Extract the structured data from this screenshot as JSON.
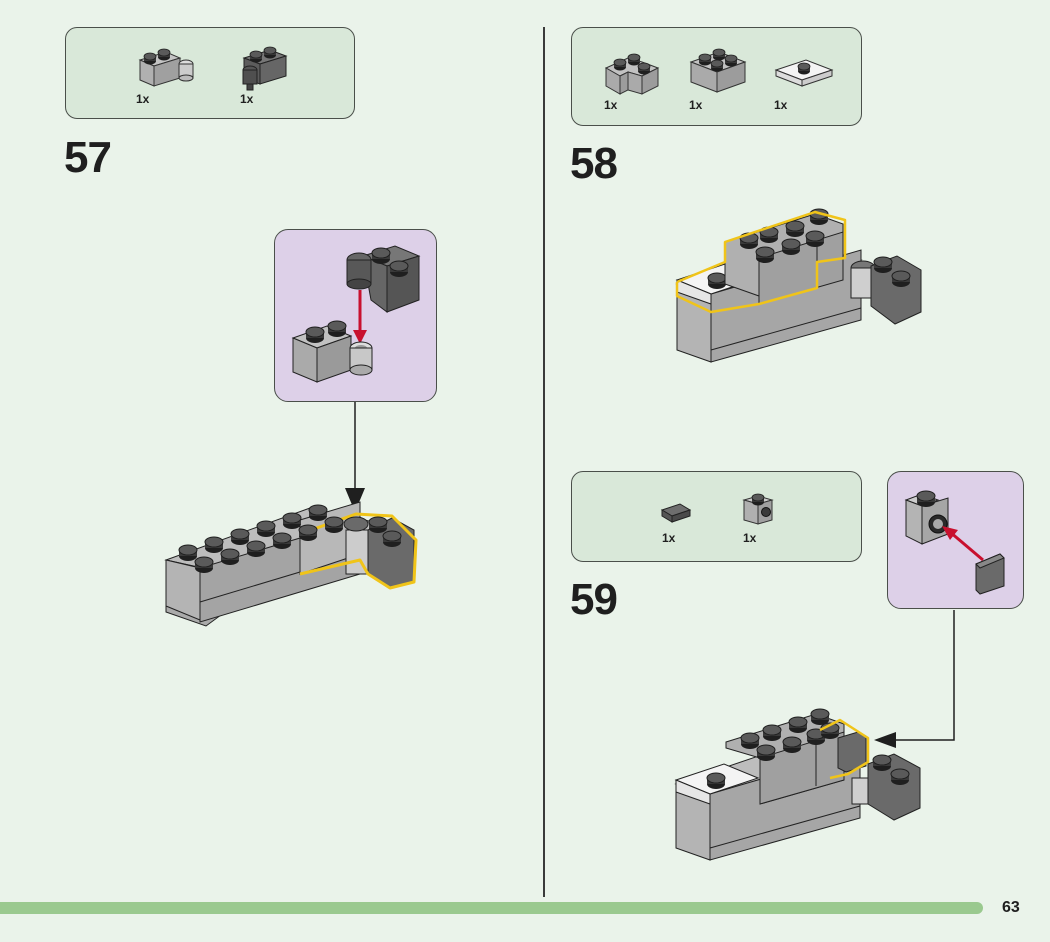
{
  "page": {
    "number": "63"
  },
  "colors": {
    "background": "#eaf3ea",
    "parts_box": "#d9e8d9",
    "callout_box": "#ddd0e8",
    "footer_bar": "#9ac98f",
    "highlight": "#f0c419",
    "arrow_red": "#c8102e",
    "brick_light": "#a8a8a8",
    "brick_dark": "#6b6b6b",
    "brick_white": "#f2f2f2"
  },
  "steps": [
    {
      "number": "57",
      "parts": [
        {
          "name": "light-gray 1x2 hinge brick (base)",
          "qty": "1x"
        },
        {
          "name": "dark-gray 1x2 hinge brick (top)",
          "qty": "1x"
        }
      ],
      "callout": {
        "icon": "hinge-attach-icon"
      }
    },
    {
      "number": "58",
      "parts": [
        {
          "name": "light-gray 2x2 corner brick",
          "qty": "1x"
        },
        {
          "name": "light-gray 2x2 brick",
          "qty": "1x"
        },
        {
          "name": "white 2x2 jumper plate",
          "qty": "1x"
        }
      ]
    },
    {
      "number": "59",
      "parts": [
        {
          "name": "dark-gray 1x1 tile",
          "qty": "1x"
        },
        {
          "name": "light-gray 1x1 brick with side stud",
          "qty": "1x"
        }
      ],
      "callout": {
        "icon": "tile-attach-icon"
      }
    }
  ]
}
